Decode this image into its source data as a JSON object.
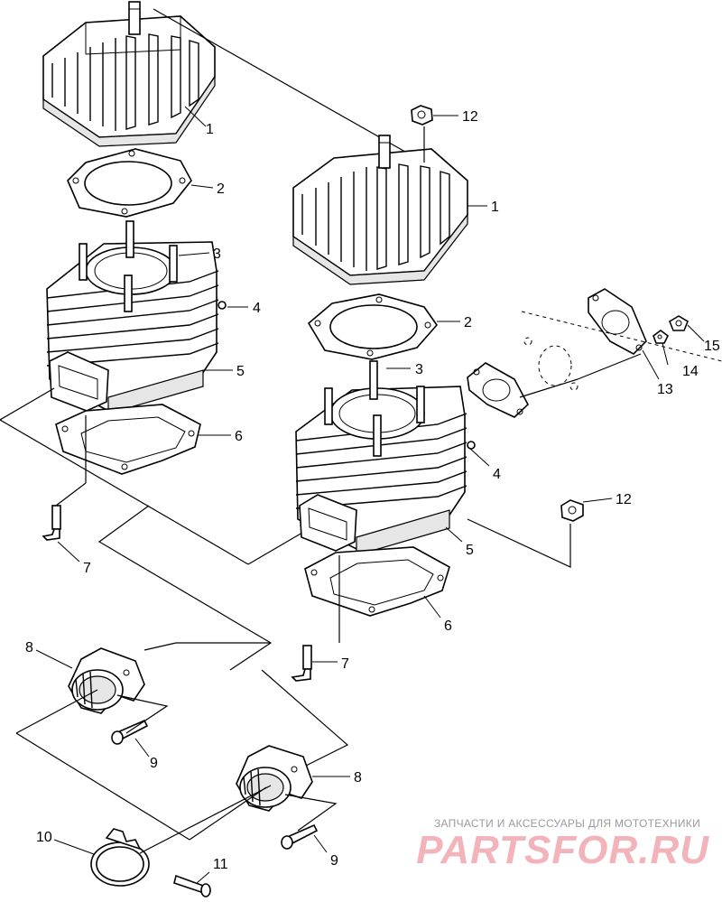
{
  "callouts": {
    "c1a": "1",
    "c2a": "2",
    "c3a": "3",
    "c4a": "4",
    "c5a": "5",
    "c6a": "6",
    "c7a": "7",
    "c1b": "1",
    "c2b": "2",
    "c3b": "3",
    "c4b": "4",
    "c5b": "5",
    "c6b": "6",
    "c7b": "7",
    "c8a": "8",
    "c8b": "8",
    "c9a": "9",
    "c9b": "9",
    "c10": "10",
    "c11": "11",
    "c12a": "12",
    "c12b": "12",
    "c13": "13",
    "c14": "14",
    "c15": "15"
  },
  "watermark": {
    "tagline": "ЗАПЧАСТИ И АКСЕССУАРЫ ДЛЯ МОТОТЕХНИКИ",
    "logo": "PARTSFOR.RU"
  }
}
